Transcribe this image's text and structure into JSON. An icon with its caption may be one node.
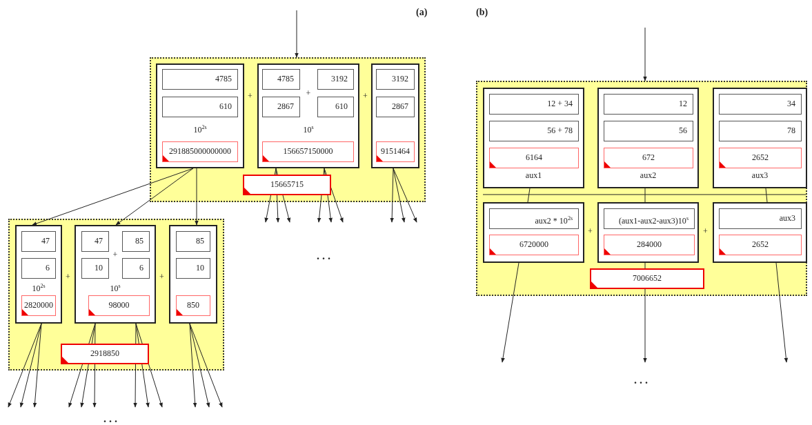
{
  "diagram": {
    "nodes": [
      {
        "text": [],
        "shape": "box"
      },
      {
        "text": [
          "10$^{2s}$"
        ],
        "in": 0
      },
      {
        "text": [
          "4785"
        ],
        "in": 1
      },
      {
        "text": [
          "610"
        ],
        "in": 1
      },
      {
        "text": [
          "291885000000000"
        ],
        "in": 1
      },
      {
        "text": [
          "+",
          "10$^{s}$"
        ],
        "in": 0
      },
      {
        "text": [
          "4785"
        ],
        "in": 5
      },
      {
        "text": [
          "3192"
        ],
        "in": 5
      },
      {
        "text": [
          "2867"
        ],
        "in": 5
      },
      {
        "text": [
          "610"
        ],
        "in": 5
      },
      {
        "text": [
          "156657150000"
        ],
        "in": 5
      },
      {
        "text": [],
        "shape": "box",
        "in": 0
      },
      {
        "text": [
          "3192"
        ],
        "in": 11
      },
      {
        "text": [
          "2867"
        ],
        "in": 11
      },
      {
        "text": [
          "9151464"
        ],
        "in": 11
      },
      {
        "text": [
          "15665715"
        ],
        "in": 0
      },
      {
        "text": [],
        "shape": "box"
      },
      {
        "text": [
          "10$^{2s}$"
        ],
        "in": 16
      },
      {
        "text": [
          "47"
        ],
        "in": 17
      },
      {
        "text": [
          "6"
        ],
        "in": 17
      },
      {
        "text": [
          "2820000"
        ],
        "in": 17
      },
      {
        "text": [
          "+",
          "10$^{s}$"
        ],
        "in": 16
      },
      {
        "text": [
          "47"
        ],
        "in": 21
      },
      {
        "text": [
          "85"
        ],
        "in": 21
      },
      {
        "text": [
          "10"
        ],
        "in": 21
      },
      {
        "text": [
          "6"
        ],
        "in": 21
      },
      {
        "text": [
          "98000"
        ],
        "in": 21
      },
      {
        "text": [],
        "shape": "box",
        "in": 16
      },
      {
        "text": [
          "85"
        ],
        "in": 27
      },
      {
        "text": [
          "10"
        ],
        "in": 27
      },
      {
        "text": [
          "850"
        ],
        "in": 27
      },
      {
        "text": [
          "2918850"
        ],
        "in": 16
      },
      {
        "text": [],
        "shape": "box"
      },
      {
        "text": [
          "aux1"
        ],
        "in": 32
      },
      {
        "text": [
          "12 + 34"
        ],
        "in": 33
      },
      {
        "text": [
          "56 + 78"
        ],
        "in": 33
      },
      {
        "text": [
          "6164"
        ],
        "in": 33
      },
      {
        "text": [
          "aux2"
        ],
        "in": 32
      },
      {
        "text": [
          "12"
        ],
        "in": 37
      },
      {
        "text": [
          "56"
        ],
        "in": 37
      },
      {
        "text": [
          "672"
        ],
        "in": 37
      },
      {
        "text": [
          "aux3"
        ],
        "in": 32
      },
      {
        "text": [
          "34"
        ],
        "in": 41
      },
      {
        "text": [
          "78"
        ],
        "in": 41
      },
      {
        "text": [
          "2652"
        ],
        "in": 41
      },
      {
        "text": [],
        "shape": "box",
        "in": 32
      },
      {
        "text": [
          "aux2 * 10$^{2s}$"
        ],
        "in": 45
      },
      {
        "text": [
          "6720000"
        ],
        "in": 45
      },
      {
        "text": [],
        "shape": "box",
        "in": 32
      },
      {
        "text": [
          "(aux1-aux2-aux3)10$^{s}$"
        ],
        "in": 48
      },
      {
        "text": [
          "284000"
        ],
        "in": 48
      },
      {
        "text": [],
        "shape": "box",
        "in": 32
      },
      {
        "text": [
          "aux3"
        ],
        "in": 51
      },
      {
        "text": [
          "2652"
        ],
        "in": 51
      },
      {
        "text": [
          "7006652"
        ],
        "in": 32
      }
    ],
    "edges": [
      {
        "from": null,
        "to": 0,
        "arrow": "to"
      },
      {
        "from": 1,
        "to": 17,
        "arrow": "to"
      },
      {
        "from": 1,
        "to": 21,
        "arrow": "to"
      },
      {
        "from": 1,
        "to": 27,
        "arrow": "to"
      },
      {
        "from": 5,
        "to": null,
        "arrow": "to"
      },
      {
        "from": 5,
        "to": null,
        "arrow": "to"
      },
      {
        "from": 5,
        "to": null,
        "arrow": "to"
      },
      {
        "from": 5,
        "to": null,
        "arrow": "to"
      },
      {
        "from": 5,
        "to": null,
        "arrow": "to"
      },
      {
        "from": 5,
        "to": null,
        "arrow": "to"
      },
      {
        "from": 11,
        "to": null,
        "arrow": "to"
      },
      {
        "from": 11,
        "to": null,
        "arrow": "to"
      },
      {
        "from": 11,
        "to": null,
        "arrow": "to"
      },
      {
        "from": 17,
        "to": null,
        "arrow": "to"
      },
      {
        "from": 17,
        "to": null,
        "arrow": "to"
      },
      {
        "from": 17,
        "to": null,
        "arrow": "to"
      },
      {
        "from": 21,
        "to": null,
        "arrow": "to"
      },
      {
        "from": 21,
        "to": null,
        "arrow": "to"
      },
      {
        "from": 21,
        "to": null,
        "arrow": "to"
      },
      {
        "from": 21,
        "to": null,
        "arrow": "to"
      },
      {
        "from": 21,
        "to": null,
        "arrow": "to"
      },
      {
        "from": 21,
        "to": null,
        "arrow": "to"
      },
      {
        "from": 27,
        "to": null,
        "arrow": "to"
      },
      {
        "from": 27,
        "to": null,
        "arrow": "to"
      },
      {
        "from": 27,
        "to": null,
        "arrow": "to"
      },
      {
        "from": null,
        "to": 32,
        "arrow": "to"
      },
      {
        "from": 33,
        "to": 45,
        "arrow": "none"
      },
      {
        "from": 37,
        "to": 48,
        "arrow": "none"
      },
      {
        "from": 41,
        "to": 51,
        "arrow": "none"
      },
      {
        "from": 45,
        "to": null,
        "arrow": "to"
      },
      {
        "from": 48,
        "to": null,
        "arrow": "to"
      },
      {
        "from": 51,
        "to": null,
        "arrow": "to"
      }
    ],
    "labels": [
      "(a)",
      "(b)",
      "+",
      "+",
      "...",
      "+",
      "+",
      "+",
      "+",
      "...",
      "..."
    ]
  }
}
